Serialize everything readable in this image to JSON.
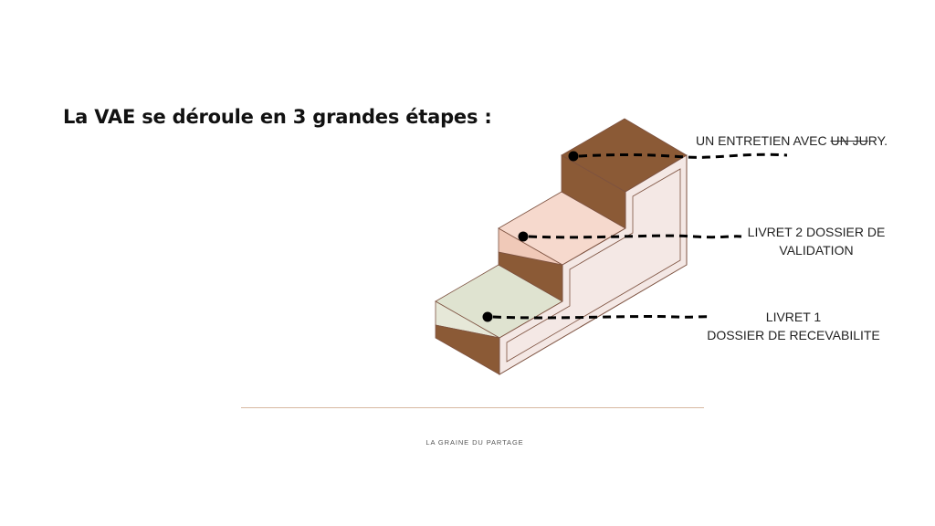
{
  "title": "La VAE se déroule en 3 grandes étapes :",
  "steps": [
    {
      "text_plain": "UN ENTRETIEN AVEC ",
      "text_struck": "UN JU",
      "text_tail": "RY."
    },
    {
      "line1": "LIVRET 2 DOSSIER DE",
      "line2": "VALIDATION"
    },
    {
      "line1": "LIVRET 1",
      "line2": "DOSSIER DE RECEVABILITE"
    }
  ],
  "footer": "LA GRAINE DU PARTAGE",
  "colors": {
    "brown": "#8b5a36",
    "pink": "#f6d9cd",
    "sage": "#dfe3d0",
    "side": "#f4e8e5",
    "outline": "#7d5240",
    "divider": "#d8b9a1"
  }
}
